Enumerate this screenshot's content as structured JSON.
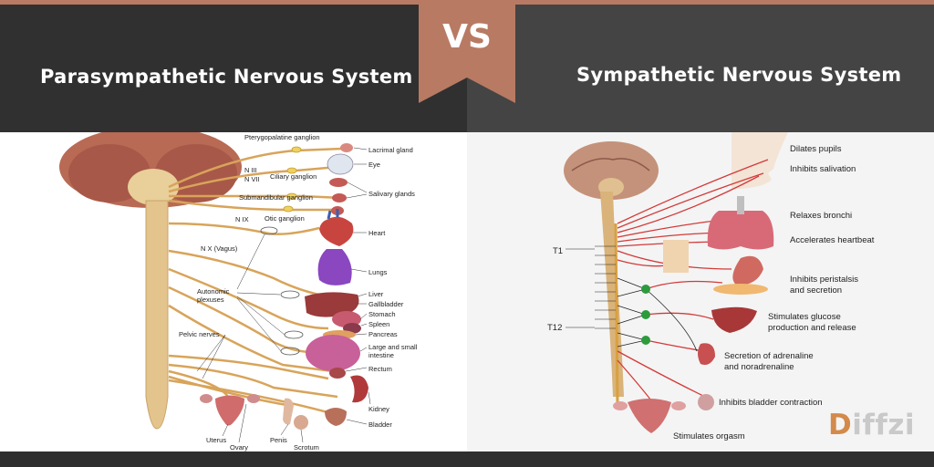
{
  "header": {
    "left_title": "Parasympathetic Nervous System",
    "right_title": "Sympathetic Nervous System",
    "vs": "VS"
  },
  "colors": {
    "accent": "#b87a63",
    "nerve": "#d8a45a",
    "sympathetic_line": "#d33a3a",
    "ganglion": "#2e9a3e"
  },
  "left_labels": {
    "pterygopalatine": "Pterygopalatine ganglion",
    "lacrimal": "Lacrimal gland",
    "eye": "Eye",
    "n3": "N III",
    "n7": "N VII",
    "ciliary": "Ciliary ganglion",
    "submandibular": "Submandibular ganglion",
    "salivary": "Salivary glands",
    "n9": "N IX",
    "otic": "Otic ganglion",
    "heart": "Heart",
    "vagus": "N X (Vagus)",
    "lungs": "Lungs",
    "autonomic1": "Autonomic",
    "autonomic2": "plexuses",
    "liver": "Liver",
    "gallbladder": "Gallbladder",
    "stomach": "Stomach",
    "spleen": "Spleen",
    "pancreas": "Pancreas",
    "pelvic": "Pelvic nerves",
    "intestine1": "Large and small",
    "intestine2": "intestine",
    "rectum": "Rectum",
    "kidney": "Kidney",
    "bladder": "Bladder",
    "uterus": "Uterus",
    "ovary": "Ovary",
    "penis": "Penis",
    "scrotum": "Scrotum"
  },
  "right_labels": {
    "t1": "T1",
    "t12": "T12",
    "dilates": "Dilates pupils",
    "salivation": "Inhibits salivation",
    "bronchi": "Relaxes bronchi",
    "heartbeat": "Accelerates heartbeat",
    "peristalsis1": "Inhibits peristalsis",
    "peristalsis2": "and secretion",
    "glucose1": "Stimulates glucose",
    "glucose2": "production and release",
    "adrenaline1": "Secretion of adrenaline",
    "adrenaline2": "and noradrenaline",
    "bladder": "Inhibits bladder contraction",
    "orgasm": "Stimulates orgasm"
  },
  "logo": {
    "first": "D",
    "rest": "iffzi"
  }
}
